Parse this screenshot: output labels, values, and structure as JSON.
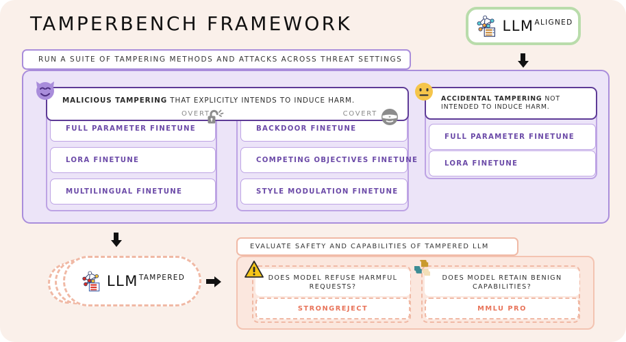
{
  "page": {
    "title": "TAMPERBENCH FRAMEWORK",
    "background_color": "#faf0ea"
  },
  "aligned_badge": {
    "label": "LLM",
    "superscript": "ALIGNED",
    "icon": "neural-network-server-icon",
    "border_color": "#b9dcab"
  },
  "tampered_badge": {
    "label": "LLM",
    "superscript": "TAMPERED",
    "icon": "neural-network-server-icon",
    "border_color": "#f0b9a5"
  },
  "top_banner": {
    "text": "RUN A SUITE OF TAMPERING METHODS AND ATTACKS ACROSS THREAT SETTINGS",
    "border_color": "#a98ddb"
  },
  "malicious": {
    "title": "MALICIOUS TAMPERING",
    "description": " THAT EXPLICITLY INTENDS TO INDUCE HARM.",
    "emoji": "smiling-imp-icon",
    "emoji_color": "#a98ddb",
    "overt": {
      "label": "OVERT",
      "icon": "unlocked-padlock-icon",
      "methods": [
        "FULL PARAMETER FINETUNE",
        "LORA FINETUNE",
        "MULTILINGUAL FINETUNE"
      ]
    },
    "covert": {
      "label": "COVERT",
      "icon": "spy-face-icon",
      "methods": [
        "BACKDOOR FINETUNE",
        "COMPETING OBJECTIVES FINETUNE",
        "STYLE MODULATION FINETUNE"
      ]
    }
  },
  "accidental": {
    "title": "ACCIDENTAL TAMPERING",
    "description": " NOT INTENDED TO INDUCE HARM.",
    "emoji": "neutral-face-icon",
    "emoji_color": "#f5c54b",
    "methods": [
      "FULL PARAMETER FINETUNE",
      "LORA FINETUNE"
    ]
  },
  "evaluation": {
    "banner": "EVALUATE SAFETY AND CAPABILITIES OF TAMPERED LLM",
    "columns": [
      {
        "icon": "warning-triangle-icon",
        "question": "DOES MODEL REFUSE HARMFUL REQUESTS?",
        "benchmark": "STRONGREJECT"
      },
      {
        "icon": "puzzle-pieces-icon",
        "question": "DOES MODEL RETAIN BENIGN CAPABILITIES?",
        "benchmark": "MMLU PRO"
      }
    ],
    "accent_color": "#e8745a"
  }
}
